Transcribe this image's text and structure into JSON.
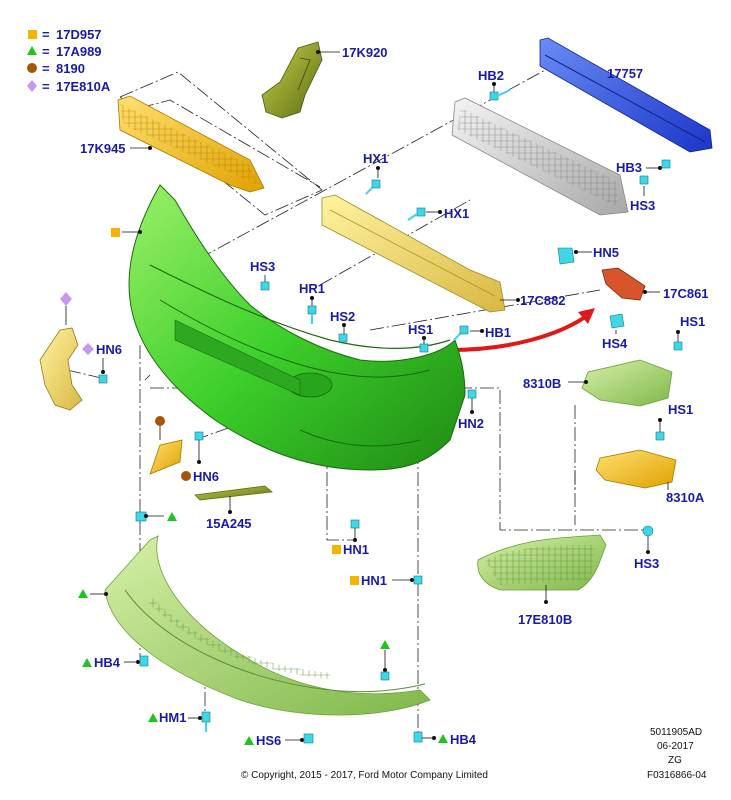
{
  "legend": [
    {
      "symbol": "square",
      "color": "#f5b400",
      "code": "17D957"
    },
    {
      "symbol": "triangle",
      "color": "#1fc41f",
      "code": "17A989"
    },
    {
      "symbol": "circle",
      "color": "#a6540a",
      "code": "8190"
    },
    {
      "symbol": "diamond",
      "color": "#c39af0",
      "code": "17E810A"
    }
  ],
  "legend_eq": "=",
  "labels": {
    "p17K920": "17K920",
    "p17K945": "17K945",
    "p17757": "17757",
    "HB2": "HB2",
    "HB3": "HB3",
    "HS3a": "HS3",
    "HX1a": "HX1",
    "HX1b": "HX1",
    "HS3b": "HS3",
    "HR1": "HR1",
    "HS2": "HS2",
    "HS1a": "HS1",
    "HB1": "HB1",
    "p17C882": "17C882",
    "HN5": "HN5",
    "p17C861": "17C861",
    "HS4": "HS4",
    "HS1b": "HS1",
    "HN6a": "HN6",
    "p8310B": "8310B",
    "HS1c": "HS1",
    "HN2": "HN2",
    "p8310A": "8310A",
    "HN6b": "HN6",
    "p15A245": "15A245",
    "HN1a": "HN1",
    "HN1b": "HN1",
    "HS3c": "HS3",
    "p17E810B": "17E810B",
    "HB4a": "HB4",
    "HM1": "HM1",
    "HS6": "HS6",
    "HB4b": "HB4"
  },
  "footer": {
    "doc_id": "5011905AD",
    "date": "06-2017",
    "code": "ZG",
    "ref": "F0316866-04",
    "copyright": "© Copyright, 2015 - 2017, Ford Motor Company Limited"
  }
}
